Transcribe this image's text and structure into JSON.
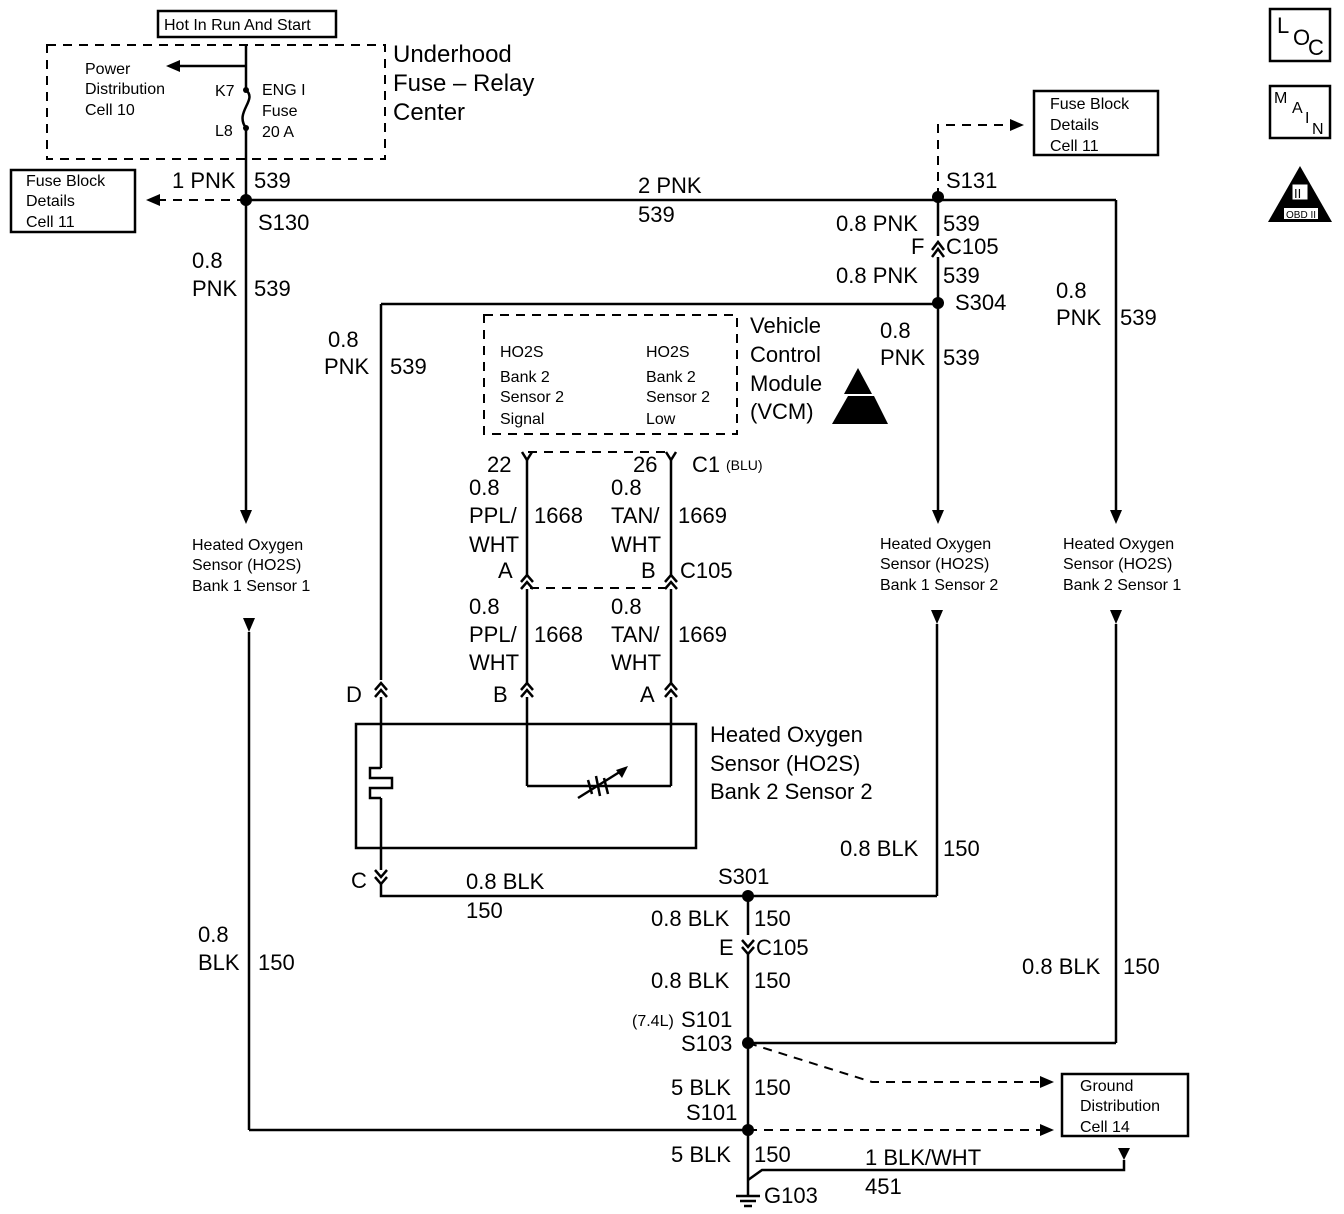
{
  "header": {
    "hot_in_run": "Hot In Run And Start",
    "underhood_1": "Underhood",
    "underhood_2": "Fuse – Relay",
    "underhood_3": "Center"
  },
  "fuse": {
    "power_dist_1": "Power",
    "power_dist_2": "Distribution",
    "power_dist_3": "Cell 10",
    "k7": "K7",
    "l8": "L8",
    "fuse_1": "ENG I",
    "fuse_2": "Fuse",
    "fuse_3": "20 A"
  },
  "refs": {
    "fuse_block_left": [
      "Fuse Block",
      "Details",
      "Cell 11"
    ],
    "fuse_block_right": [
      "Fuse Block",
      "Details",
      "Cell 11"
    ],
    "ground_dist": [
      "Ground",
      "Distribution",
      "Cell 14"
    ]
  },
  "symbols": {
    "loc": [
      "L",
      "O",
      "C"
    ],
    "main": [
      "M",
      "A",
      "I",
      "N"
    ],
    "obd_top": "II",
    "obd_bottom": "OBD II"
  },
  "vcm": {
    "title": [
      "Vehicle",
      "Control",
      "Module",
      "(VCM)"
    ],
    "left_pin": [
      "HO2S",
      "Bank 2",
      "Sensor 2",
      "Signal"
    ],
    "right_pin": [
      "HO2S",
      "Bank 2",
      "Sensor 2",
      "Low"
    ],
    "pin_22": "22",
    "pin_26": "26",
    "conn_c1": "C1",
    "conn_c1_color": "(BLU)"
  },
  "wires": {
    "w_1pnk": "1 PNK",
    "w_539_a": "539",
    "s130": "S130",
    "w_2pnk": "2 PNK",
    "w_539_b": "539",
    "s131": "S131",
    "left_08": "0.8",
    "left_pnk": "PNK",
    "left_539": "539",
    "mid_08": "0.8",
    "mid_pnk": "PNK",
    "mid_539": "539",
    "r1_08pnk": "0.8 PNK",
    "r1_539": "539",
    "r_f": "F",
    "r_c105": "C105",
    "r2_08pnk": "0.8 PNK",
    "r2_539": "539",
    "s304": "S304",
    "r3_08": "0.8",
    "r3_pnk": "PNK",
    "r3_539": "539",
    "far_08": "0.8",
    "far_pnk": "PNK",
    "far_539": "539",
    "a_08": "0.8",
    "a_ppl": "PPL/",
    "a_wht": "WHT",
    "a_1668": "1668",
    "b_08": "0.8",
    "b_tan": "TAN/",
    "b_wht": "WHT",
    "b_1669": "1669",
    "pin_a": "A",
    "pin_b": "B",
    "c105_mid": "C105",
    "a2_08": "0.8",
    "a2_ppl": "PPL/",
    "a2_wht": "WHT",
    "a2_1668": "1668",
    "b2_08": "0.8",
    "b2_tan": "TAN/",
    "b2_wht": "WHT",
    "b2_1669": "1669",
    "sens_d": "D",
    "sens_b": "B",
    "sens_a": "A",
    "sens_c": "C",
    "s301": "S301",
    "h_08blk": "0.8 BLK",
    "h_150": "150",
    "r_08blk": "0.8 BLK",
    "r_150": "150",
    "c_08blk1": "0.8 BLK",
    "c_150a": "150",
    "c_e": "E",
    "c_c105": "C105",
    "c_08blk2": "0.8 BLK",
    "c_150b": "150",
    "c_74l": "(7.4L)",
    "c_s101a": "S101",
    "c_s103": "S103",
    "c_5blk1": "5 BLK",
    "c_150c": "150",
    "c_s101b": "S101",
    "c_5blk2": "5 BLK",
    "c_150d": "150",
    "g103": "G103",
    "lb_08": "0.8",
    "lb_blk": "BLK",
    "lb_150": "150",
    "fr_08blk": "0.8 BLK",
    "fr_150": "150",
    "bw_1blkwht": "1 BLK/WHT",
    "bw_451": "451"
  },
  "components": {
    "ho2s_b1s1": [
      "Heated Oxygen",
      "Sensor (HO2S)",
      "Bank 1 Sensor 1"
    ],
    "ho2s_b1s2": [
      "Heated Oxygen",
      "Sensor (HO2S)",
      "Bank 1 Sensor 2"
    ],
    "ho2s_b2s1": [
      "Heated Oxygen",
      "Sensor (HO2S)",
      "Bank 2 Sensor 1"
    ],
    "ho2s_b2s2": [
      "Heated Oxygen",
      "Sensor (HO2S)",
      "Bank 2 Sensor 2"
    ]
  }
}
